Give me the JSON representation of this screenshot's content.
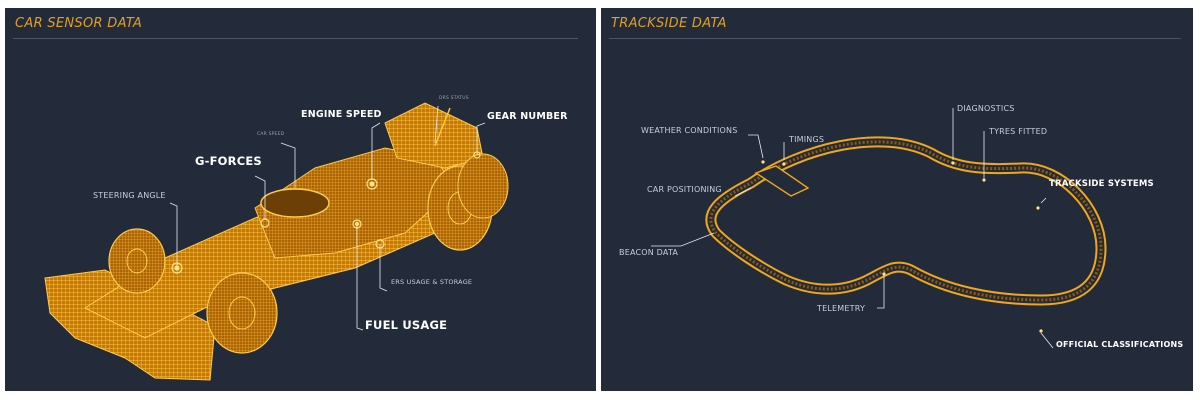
{
  "left": {
    "title": "CAR SENSOR DATA",
    "labels": {
      "engine_speed": "ENGINE SPEED",
      "drs_status": "DRS STATUS",
      "gear_number": "GEAR NUMBER",
      "car_speed": "CAR SPEED",
      "g_forces": "G-FORCES",
      "steering_angle": "STEERING ANGLE",
      "ers": "ERS USAGE & STORAGE",
      "fuel_usage": "FUEL USAGE"
    }
  },
  "right": {
    "title": "TRACKSIDE DATA",
    "labels": {
      "weather": "WEATHER CONDITIONS",
      "timings": "TIMINGS",
      "diagnostics": "DIAGNOSTICS",
      "tyres": "TYRES FITTED",
      "car_positioning": "CAR POSITIONING",
      "trackside_systems": "TRACKSIDE SYSTEMS",
      "beacon": "BEACON DATA",
      "telemetry": "TELEMETRY",
      "official": "OFFICIAL CLASSIFICATIONS"
    }
  },
  "colors": {
    "accent": "#f0a818",
    "panel": "#232b3a",
    "text": "#c9ced8"
  }
}
